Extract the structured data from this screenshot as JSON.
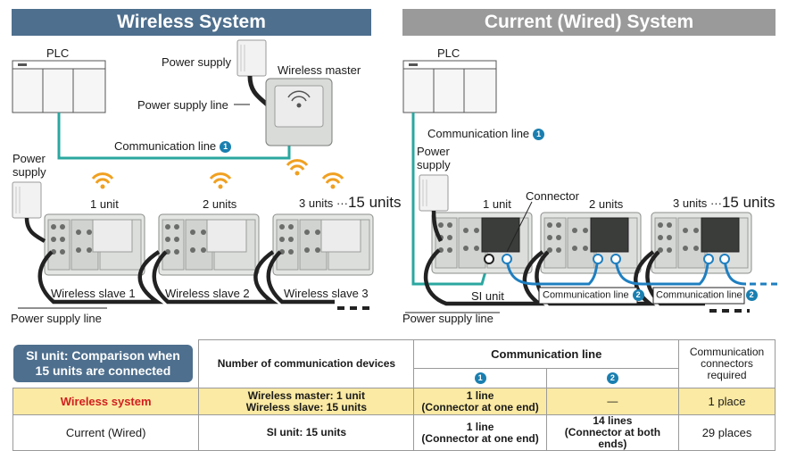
{
  "wireless": {
    "title": "Wireless System",
    "plc": "PLC",
    "power_supply_top": "Power supply",
    "wireless_master": "Wireless master",
    "power_supply_line_top": "Power supply line",
    "communication_line": "Communication line",
    "power_supply_left": "Power\nsupply",
    "unit_1": "1 unit",
    "unit_2": "2 units",
    "unit_3": "3 units",
    "unit_dots": "···",
    "unit_15": "15 units",
    "slave_1": "Wireless slave 1",
    "slave_2": "Wireless slave 2",
    "slave_3": "Wireless slave 3",
    "power_supply_line_bottom": "Power supply line"
  },
  "wired": {
    "title": "Current (Wired) System",
    "plc": "PLC",
    "communication_line": "Communication line",
    "power_supply": "Power\nsupply",
    "connector": "Connector",
    "unit_1": "1 unit",
    "unit_2": "2 units",
    "unit_3": "3 units",
    "unit_dots": "···",
    "unit_15": "15 units",
    "si_unit": "SI unit",
    "comm_line_2a": "Communication line",
    "comm_line_2b": "Communication line",
    "power_supply_line": "Power supply line"
  },
  "circle_1": "1",
  "circle_2": "2",
  "table": {
    "caption": "SI unit: Comparison when 15 units are connected",
    "col_devices": "Number of communication devices",
    "col_comm_line": "Communication line",
    "col_connectors": "Communication connectors required",
    "sub_1": "1",
    "sub_2": "2",
    "rows": [
      {
        "system": "Wireless system",
        "devices_1": "Wireless master: 1 unit",
        "devices_2": "Wireless slave: 15 units",
        "line1_a": "1 line",
        "line1_b": "(Connector at one end)",
        "line2_a": "—",
        "line2_b": "",
        "connectors": "1 place"
      },
      {
        "system": "Current (Wired)",
        "devices_1": "SI unit: 15 units",
        "devices_2": "",
        "line1_a": "1 line",
        "line1_b": "(Connector at one end)",
        "line2_a": "14 lines",
        "line2_b": "(Connector at both ends)",
        "connectors": "29 places"
      }
    ]
  },
  "colors": {
    "wireless_banner": "#4e6f8e",
    "wired_banner": "#9a9a9a",
    "comm_line": "#2aa7a0",
    "comm_line_wired": "#1f7fc0",
    "wifi": "#f0a020",
    "highlight_row": "#fbeaa3",
    "wireless_text": "#d11f1f"
  }
}
